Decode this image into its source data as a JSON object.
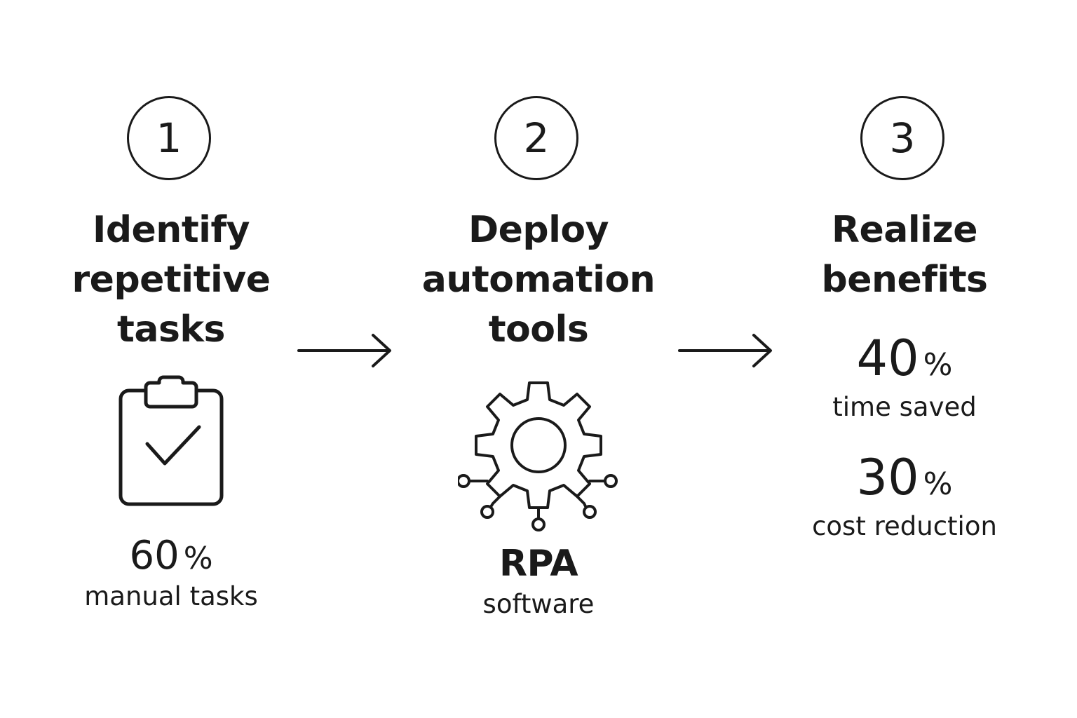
{
  "steps": [
    {
      "number": "1",
      "title_lines": [
        "Identify",
        "repetitive",
        "tasks"
      ],
      "icon": "clipboard-check-icon",
      "stat_value": "60",
      "stat_unit": "%",
      "stat_label": "manual tasks"
    },
    {
      "number": "2",
      "title_lines": [
        "Deploy",
        "automation",
        "tools"
      ],
      "icon": "gear-circuit-icon",
      "highlight": "RPA",
      "highlight_label": "software"
    },
    {
      "number": "3",
      "title_lines": [
        "Realize",
        "benefits"
      ],
      "stats": [
        {
          "value": "40",
          "unit": "%",
          "label": "time saved"
        },
        {
          "value": "30",
          "unit": "%",
          "label": "cost reduction"
        }
      ]
    }
  ],
  "connectors": [
    "arrow-right-icon",
    "arrow-right-icon"
  ],
  "colors": {
    "ink": "#1a1a1a",
    "background": "#ffffff"
  }
}
